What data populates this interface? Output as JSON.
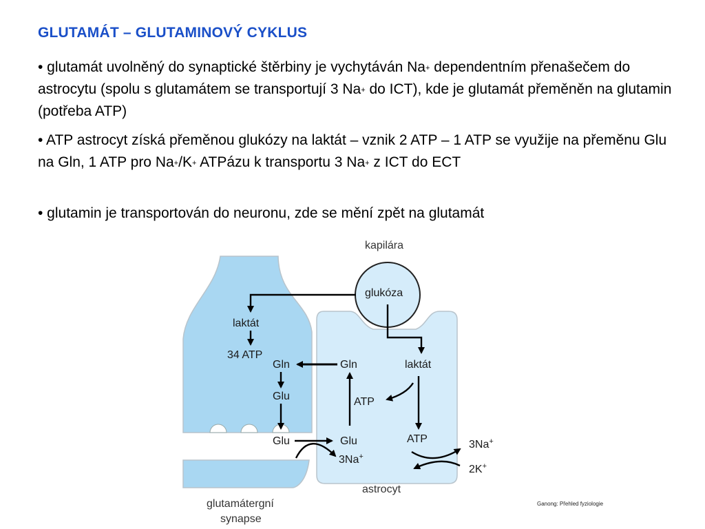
{
  "slide": {
    "title": "GLUTAMÁT – GLUTAMINOVÝ CYKLUS",
    "bullets": [
      {
        "parts": [
          "• glutamát uvolněný do synaptické štěrbiny je vychytáván Na",
          "+",
          " dependentním přenašečem do astrocytu (spolu s glutamátem se transportují 3 Na",
          "+",
          " do ICT), kde je glutamát přeměněn na glutamin (potřeba ATP)"
        ]
      },
      {
        "parts": [
          "• ATP astrocyt získá přeměnou glukózy na laktát – vznik 2 ATP – 1 ATP se využije na přeměnu Glu na Gln, 1 ATP pro Na",
          "+",
          "/K",
          "+",
          " ATPázu k transportu 3 Na",
          "+",
          " z ICT do ECT"
        ]
      },
      {
        "parts": [
          "• glutamin je transportován do neuronu, zde se mění zpět na glutamát"
        ]
      }
    ],
    "credit": "Ganong: Přehled fyziologie"
  },
  "diagram": {
    "labels": {
      "kapilara": "kapilára",
      "glukoza": "glukóza",
      "laktat_neuron": "laktát",
      "atp_neuron": "34 ATP",
      "gln_neuron": "Gln",
      "glu_neuron": "Glu",
      "glu_cleft": "Glu",
      "gln_astro": "Gln",
      "laktat_astro": "laktát",
      "atp_astro_1": "ATP",
      "glu_astro": "Glu",
      "atp_astro_2": "ATP",
      "na_in": "3Na",
      "na_out": "3Na",
      "k_in": "2K",
      "plus": "+",
      "astrocyt": "astrocyt",
      "synapse_1": "glutamátergní",
      "synapse_2": "synapse"
    },
    "colors": {
      "neuron_fill": "#a9d7f2",
      "astrocyte_fill": "#d5ecfa",
      "outline": "#b8c4cc",
      "arrow": "#000000",
      "title": "#1a4fc8"
    }
  }
}
